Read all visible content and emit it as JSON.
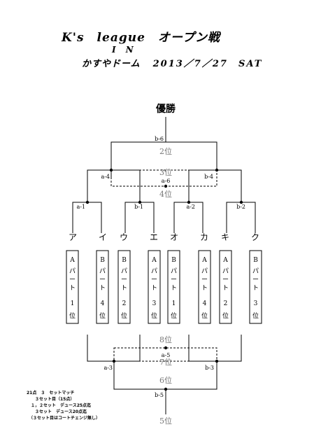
{
  "header": {
    "title": "K's　league　オープン戦",
    "in_label": "I N",
    "venue": "かすやドーム",
    "date": "2013／7／27　SAT"
  },
  "bracket": {
    "champion": "優勝",
    "match_labels": {
      "b6": "b-6",
      "a4": "a-4",
      "a6": "a-6",
      "b4": "b-4",
      "a1": "a-1",
      "b1": "b-1",
      "a2": "a-2",
      "b2": "b-2",
      "a3": "a-3",
      "a5": "a-5",
      "b3": "b-3",
      "b5": "b-5"
    },
    "places": {
      "p2": "2位",
      "p3": "3位",
      "p4": "4位",
      "p8": "8位",
      "p7": "7位",
      "p6": "6位",
      "p5": "5位"
    },
    "teams": [
      {
        "letter": "ア",
        "card": "Aパート1位"
      },
      {
        "letter": "イ",
        "card": "Bパート4位"
      },
      {
        "letter": "ウ",
        "card": "Bパート2位"
      },
      {
        "letter": "エ",
        "card": "Aパート3位"
      },
      {
        "letter": "オ",
        "card": "Bパート1位"
      },
      {
        "letter": "カ",
        "card": "Aパート4位"
      },
      {
        "letter": "キ",
        "card": "Aパート2位"
      },
      {
        "letter": "ク",
        "card": "Bパート3位"
      }
    ]
  },
  "notes": [
    "21点　３　セットマッチ",
    "　　３セット目（15点）",
    "　１，２セット　デュース25点迄",
    "　　３セット　デュース20点迄",
    "　（３セット目はコートチェンジ無し）"
  ]
}
